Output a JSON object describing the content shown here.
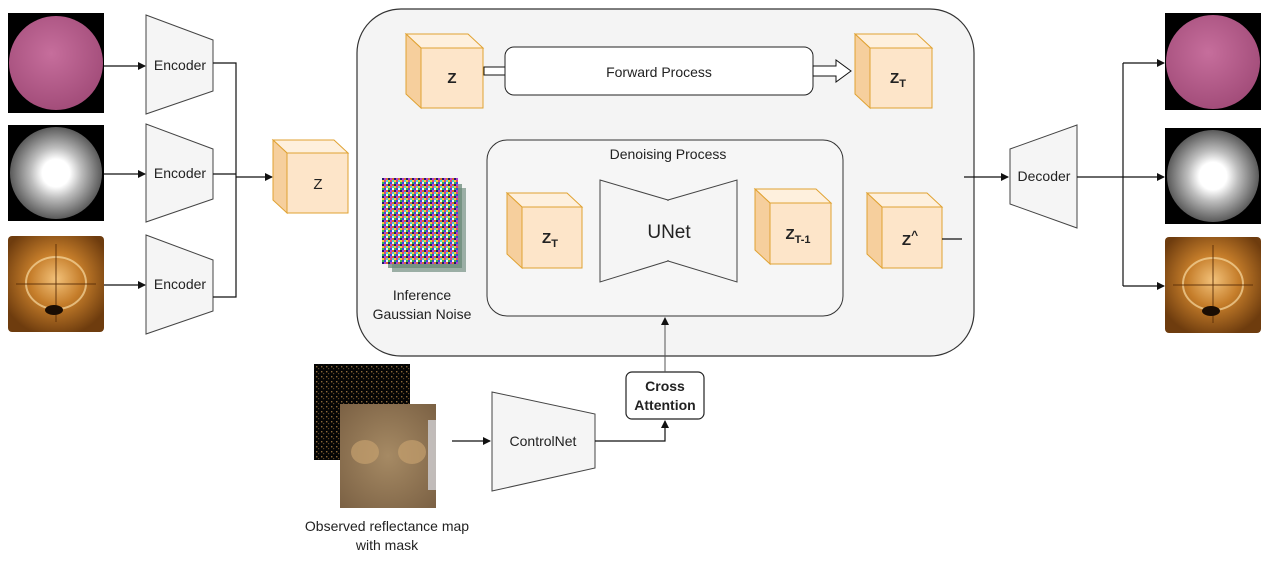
{
  "encoders": {
    "top": "Encoder",
    "middle": "Encoder",
    "bottom": "Encoder"
  },
  "latent_input": {
    "label": "Z"
  },
  "forward": {
    "latent_in": "Z",
    "process_label": "Forward Process",
    "latent_out_main": "Z",
    "latent_out_sub": "T"
  },
  "noise": {
    "caption_line1": "Inference",
    "caption_line2": "Gaussian Noise"
  },
  "denoising": {
    "title": "Denoising Process",
    "latent_in_main": "Z",
    "latent_in_sub": "T",
    "unet_label": "UNet",
    "latent_out_main": "Z",
    "latent_out_sub": "T-1"
  },
  "latent_hat": {
    "main": "Z",
    "sup": "^"
  },
  "decoder": {
    "label": "Decoder"
  },
  "cross_attention": {
    "line1": "Cross",
    "line2": "Attention"
  },
  "controlnet": {
    "label": "ControlNet"
  },
  "observed": {
    "caption_line1": "Observed reflectance map",
    "caption_line2": "with mask"
  },
  "colors": {
    "cube_front": "#fde5c9",
    "cube_top": "#fef0dd",
    "cube_side": "#f6cf9d",
    "cube_stroke": "#e0a232",
    "diffusion_bg": "#f4f4f4",
    "trapezoid_fill": "#f5f5f5",
    "pink_sphere": "#b85a8a"
  }
}
